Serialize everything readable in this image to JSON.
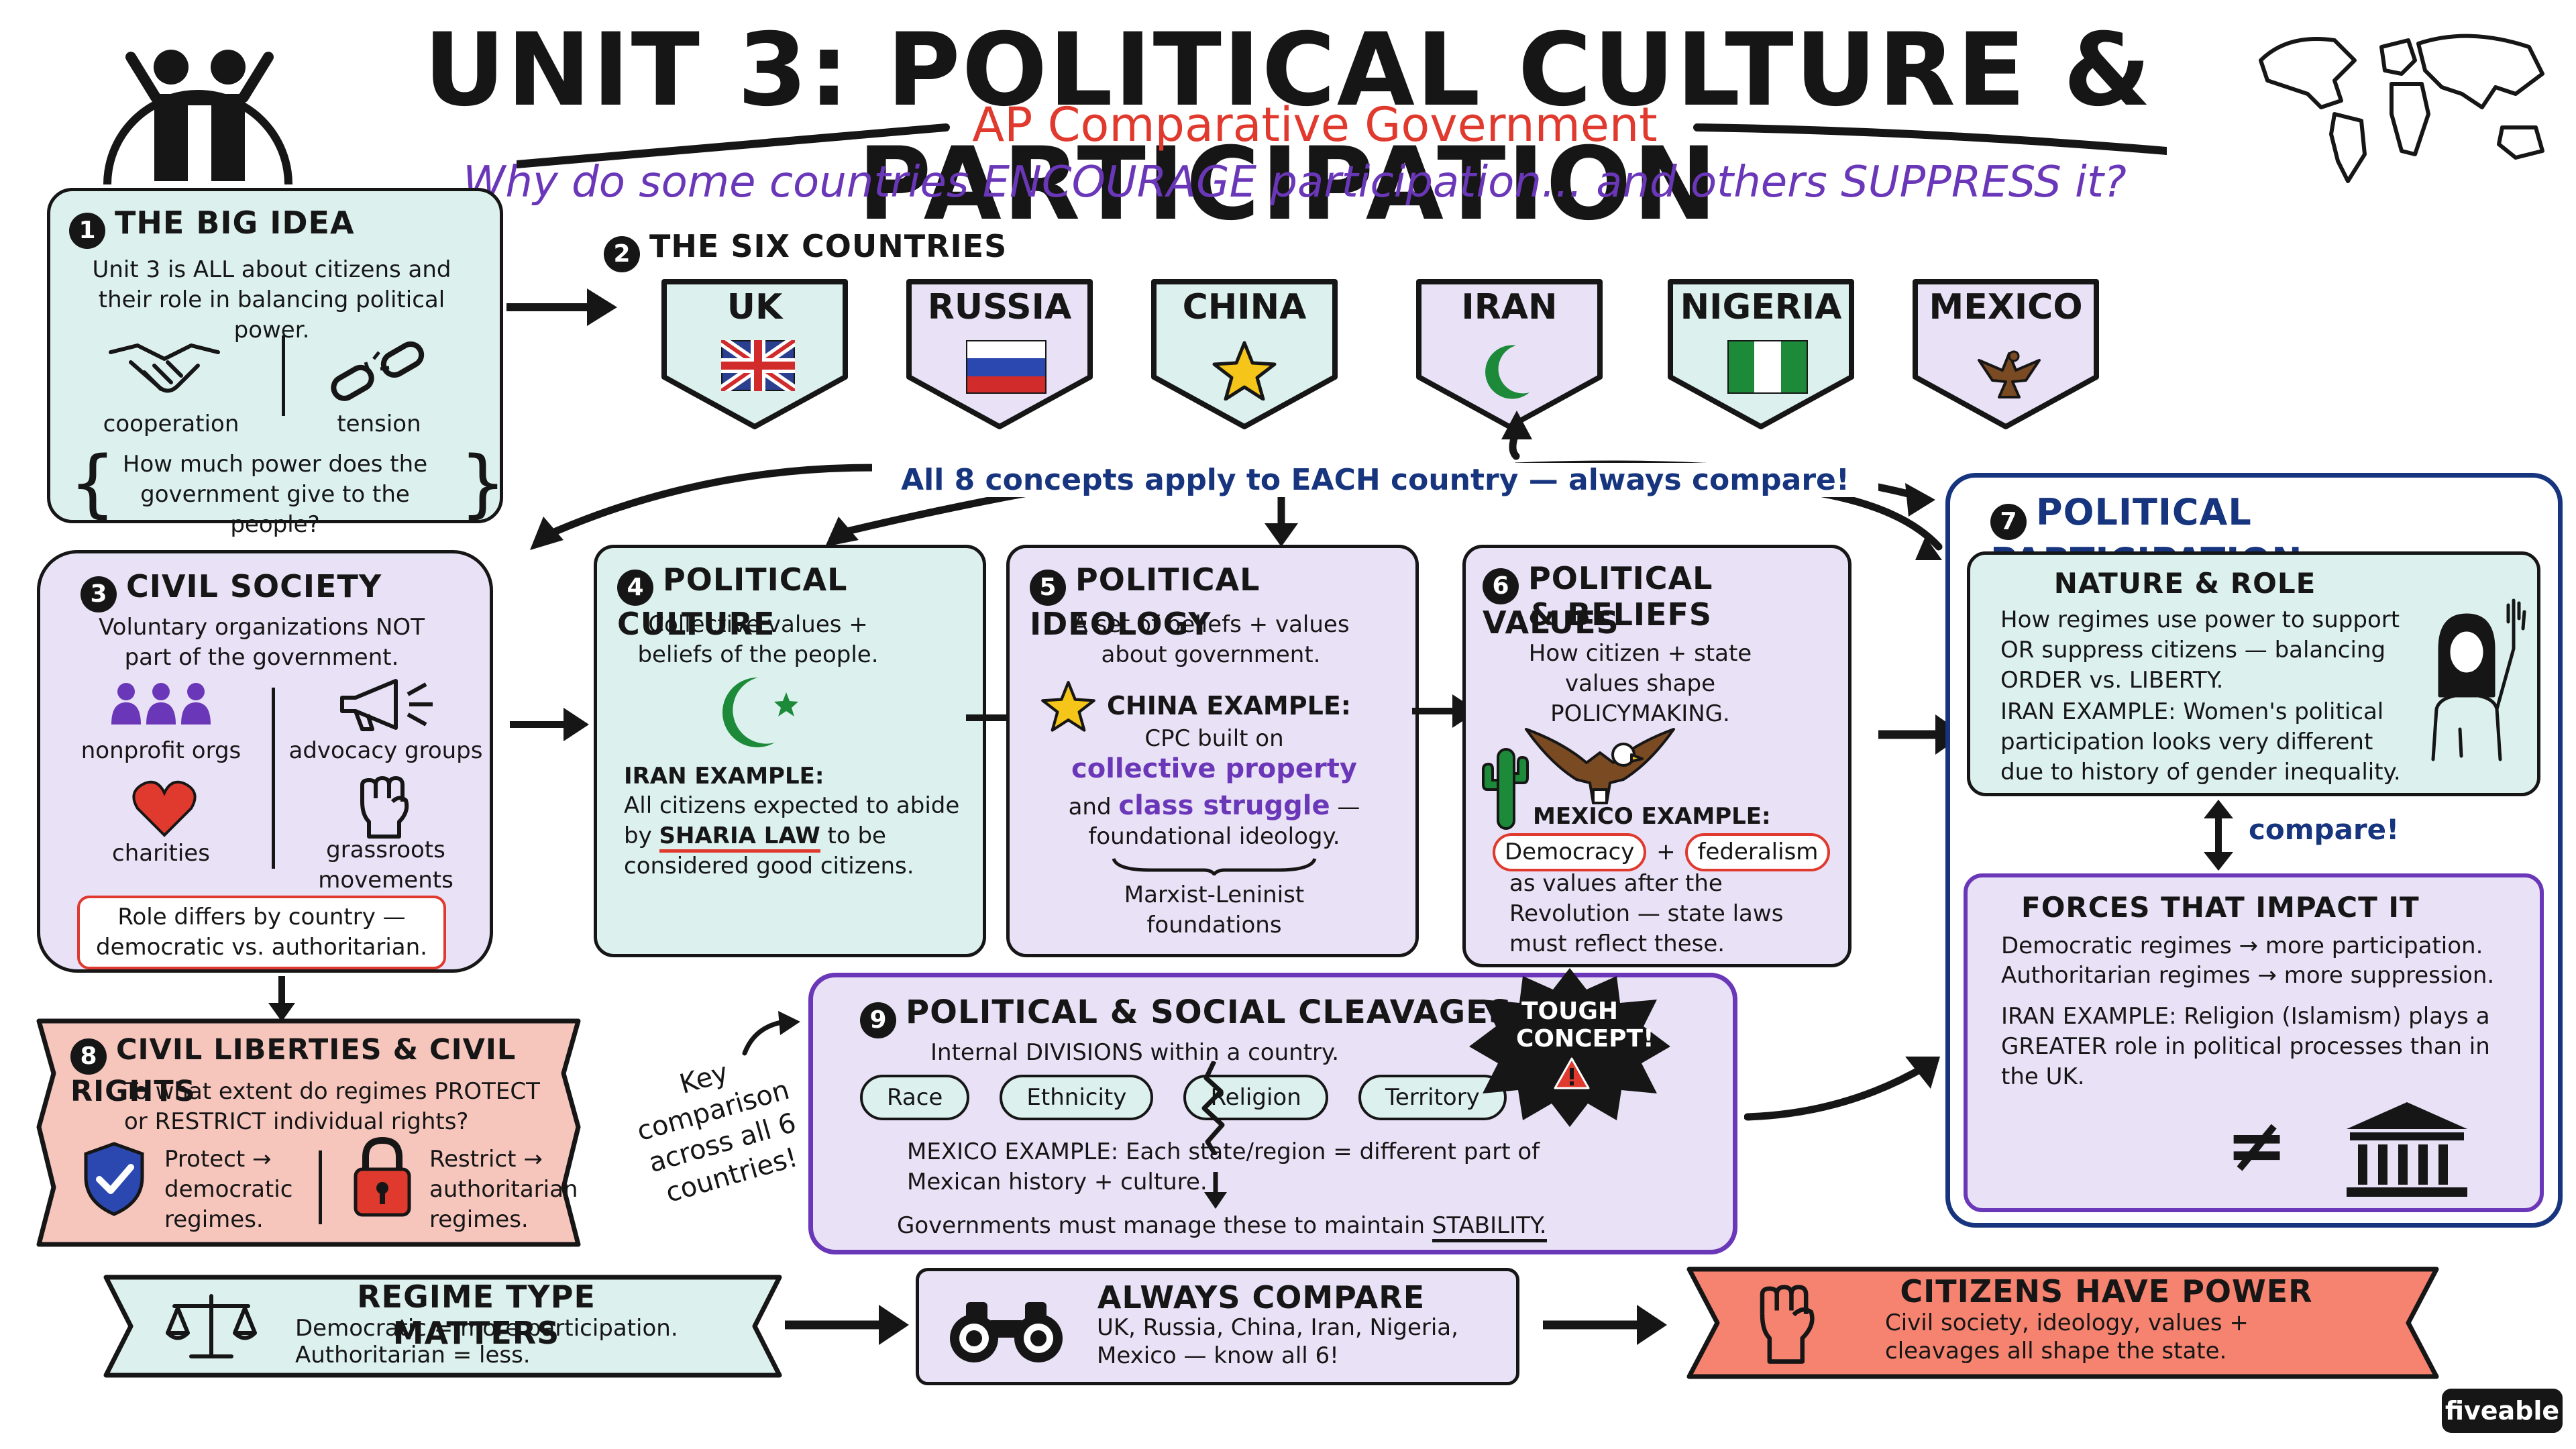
{
  "header": {
    "title": "UNIT 3: POLITICAL CULTURE & PARTICIPATION",
    "subtitle": "AP Comparative Government",
    "question": "Why do some countries ENCOURAGE participation... and others SUPPRESS it?"
  },
  "big_idea": {
    "number": "1",
    "title": "THE BIG IDEA",
    "text": "Unit 3 is ALL about citizens and their role in balancing political power.",
    "left_label": "cooperation",
    "right_label": "tension",
    "question": "How much power does the government give to the people?"
  },
  "countries": {
    "number": "2",
    "title": "THE SIX COUNTRIES",
    "items": [
      {
        "name": "UK"
      },
      {
        "name": "RUSSIA"
      },
      {
        "name": "CHINA"
      },
      {
        "name": "IRAN"
      },
      {
        "name": "NIGERIA"
      },
      {
        "name": "MEXICO"
      }
    ],
    "note": "All 8 concepts apply to EACH country — always compare!"
  },
  "civil_society": {
    "number": "3",
    "title": "CIVIL SOCIETY",
    "text": "Voluntary organizations NOT part of the government.",
    "items": [
      "nonprofit orgs",
      "advocacy groups",
      "charities",
      "grassroots movements"
    ],
    "note": "Role differs by country — democratic vs. authoritarian."
  },
  "political_culture": {
    "number": "4",
    "title": "POLITICAL CULTURE",
    "text": "Collective values + beliefs of the people.",
    "example_label": "IRAN EXAMPLE:",
    "example_pre": "All citizens expected to abide by",
    "example_hl": "SHARIA LAW",
    "example_post": "to be considered good citizens."
  },
  "political_ideology": {
    "number": "5",
    "title": "POLITICAL IDEOLOGY",
    "text": "A set of beliefs + values about government.",
    "example_label": "CHINA EXAMPLE:",
    "line1": "CPC built on",
    "hl1": "collective property",
    "and": "and",
    "hl2": "class struggle",
    "tail": " —",
    "line3": "foundational ideology.",
    "foundation": "Marxist-Leninist foundations"
  },
  "political_values": {
    "number": "6",
    "title1": "POLITICAL VALUES",
    "title2": "& BELIEFS",
    "text": "How citizen + state values shape POLICYMAKING.",
    "example_label": "MEXICO EXAMPLE:",
    "v1": "Democracy",
    "plus": "+",
    "v2": "federalism",
    "rest": "as values after the Revolution — state laws must reflect these."
  },
  "participation": {
    "number": "7",
    "title": "POLITICAL PARTICIPATION",
    "nature_title": "NATURE & ROLE",
    "nature_text": "How regimes use power to support OR suppress citizens — balancing ORDER vs. LIBERTY.",
    "nature_example": "IRAN EXAMPLE: Women's political participation looks very different due to history of gender inequality.",
    "compare": "compare!",
    "forces_title": "FORCES THAT IMPACT IT",
    "forces_line1": "Democratic regimes → more participation.",
    "forces_line2": "Authoritarian regimes → more suppression.",
    "forces_example": "IRAN EXAMPLE: Religion (Islamism) plays a GREATER role in political processes than in the UK.",
    "neq": "≠"
  },
  "civil_liberties": {
    "number": "8",
    "title": "CIVIL LIBERTIES & CIVIL RIGHTS",
    "text": "To what extent do regimes PROTECT or RESTRICT individual rights?",
    "protect": "Protect → democratic regimes.",
    "restrict": "Restrict → authoritarian regimes."
  },
  "key_note": "Key comparison across all 6 countries!",
  "cleavages": {
    "number": "9",
    "title": "POLITICAL & SOCIAL CLEAVAGES",
    "badge": "TOUGH CONCEPT!",
    "text": "Internal DIVISIONS within a country.",
    "pills": [
      "Race",
      "Ethnicity",
      "Religion",
      "Territory"
    ],
    "example": "MEXICO EXAMPLE: Each state/region = different part of Mexican history + culture.",
    "stability_pre": "Governments must manage these to maintain",
    "stability": "STABILITY."
  },
  "bottom": [
    {
      "title": "REGIME TYPE MATTERS",
      "line1": "Democratic = more participation.",
      "line2": "Authoritarian = less."
    },
    {
      "title": "ALWAYS COMPARE",
      "line1": "UK, Russia, China, Iran, Nigeria,",
      "line2": "Mexico — know all 6!"
    },
    {
      "title": "CITIZENS HAVE POWER",
      "line1": "Civil society, ideology, values +",
      "line2": "cleavages all shape the state."
    }
  ],
  "brand": "fiveable",
  "colors": {
    "teal": "#dcf1ee",
    "lavender": "#e9e1f6",
    "pink": "#f6c6bd",
    "purple": "#6a37b8",
    "navy": "#16357e",
    "red": "#e0392e"
  }
}
